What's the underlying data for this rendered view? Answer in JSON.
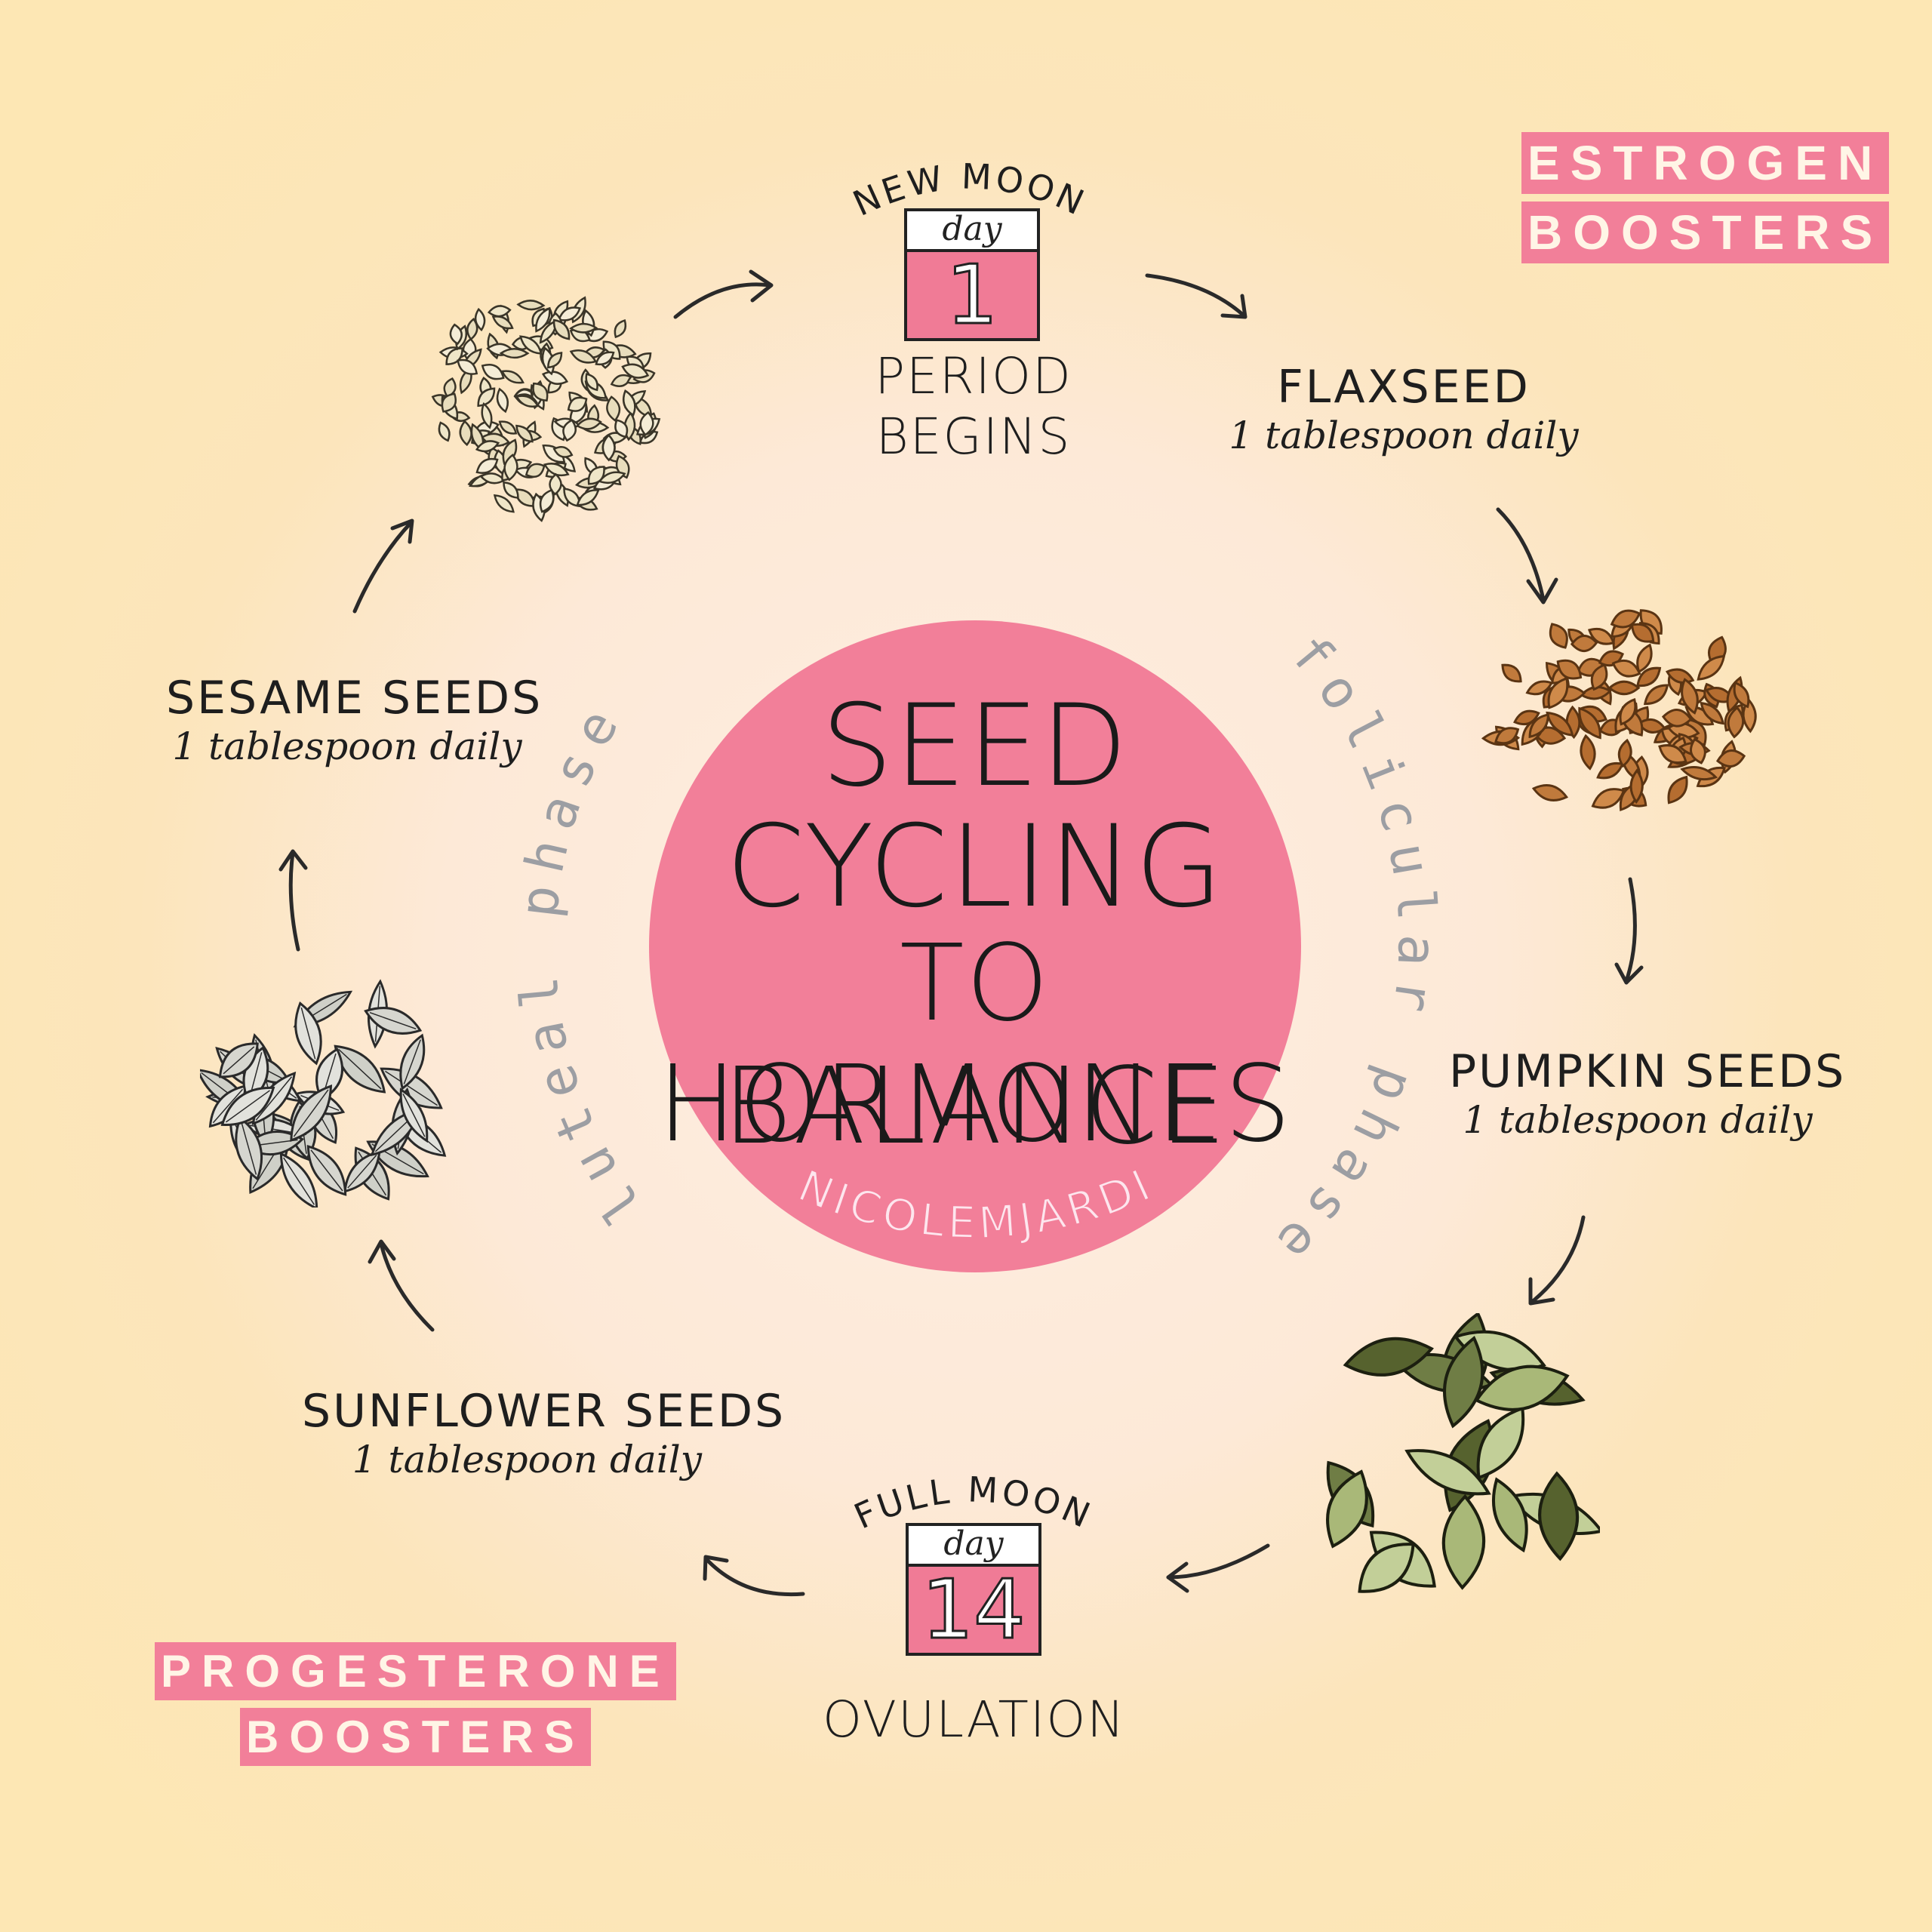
{
  "title": {
    "line1": "SEED",
    "line2": "CYCLING",
    "line3": "TO BALANCE",
    "line4": "HORMONES"
  },
  "handle": "@NICOLEMJARDIM",
  "top_event": {
    "moon": "NEW MOON",
    "day_label": "day",
    "day_number": "1",
    "caption_line1": "PERIOD",
    "caption_line2": "BEGINS"
  },
  "bottom_event": {
    "moon": "FULL MOON",
    "day_label": "day",
    "day_number": "14",
    "caption": "OVULATION"
  },
  "phases": {
    "right": "folicular phase",
    "left": "luteal phase"
  },
  "seeds": {
    "flaxseed": {
      "name": "FLAXSEED",
      "dose": "1 tablespoon daily"
    },
    "pumpkin": {
      "name": "PUMPKIN SEEDS",
      "dose": "1 tablespoon daily"
    },
    "sunflower": {
      "name": "SUNFLOWER SEEDS",
      "dose": "1 tablespoon daily"
    },
    "sesame": {
      "name": "SESAME SEEDS",
      "dose": "1 tablespoon daily"
    }
  },
  "tags": {
    "estrogen": {
      "line1": "ESTROGEN",
      "line2": "BOOSTERS"
    },
    "progesterone": {
      "line1": "PROGESTERONE",
      "line2": "BOOSTERS"
    }
  },
  "colors": {
    "background": "#fde7b4",
    "accent_pink": "#f27f99",
    "ink": "#1e1e1e",
    "phase_gray": "#9c9ea3",
    "flax_brown": "#c07a3c",
    "pumpkin_green": "#6f7d45",
    "sunflower_gray": "#d6d6cf",
    "sesame_cream": "#efe6c8"
  }
}
